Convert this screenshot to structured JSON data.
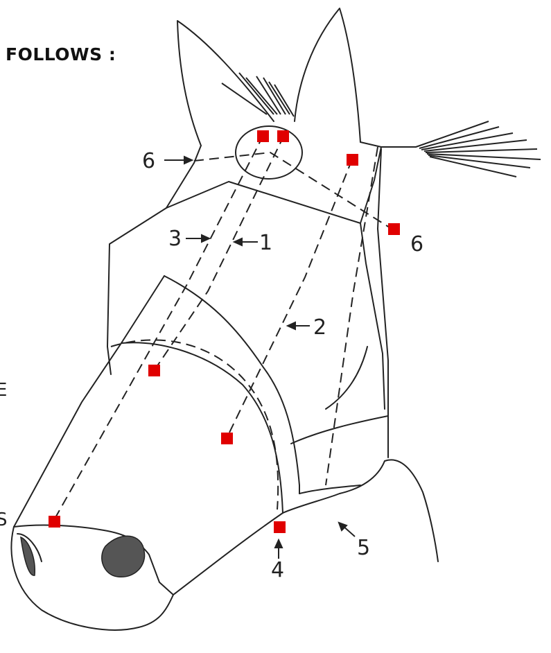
{
  "heading": "FOLLOWS :",
  "edge_fragments": [
    "E",
    "S"
  ],
  "labels": {
    "l1": "1",
    "l2": "2",
    "l3": "3",
    "l4": "4",
    "l5": "5",
    "l6_left": "6",
    "l6_right": "6"
  },
  "colors": {
    "marker": "#e00000",
    "line": "#222222",
    "nostril": "#555555"
  }
}
